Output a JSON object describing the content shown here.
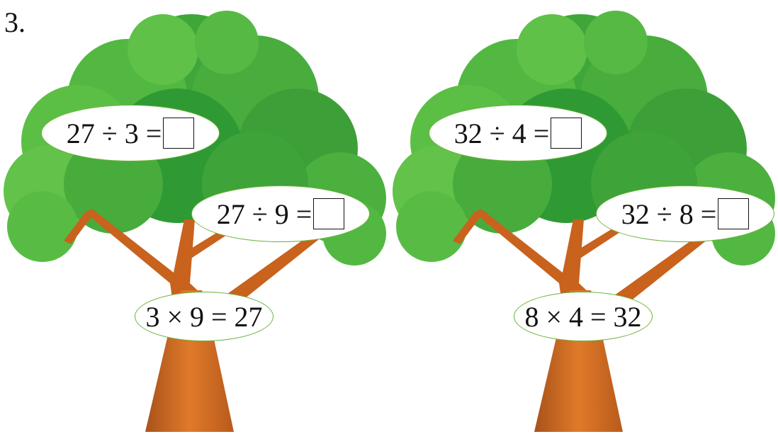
{
  "question_number": "3.",
  "trees": [
    {
      "top_equation": "27 ÷ 3 =",
      "middle_equation": "27 ÷ 9 =",
      "bottom_equation": "3 × 9 = 27"
    },
    {
      "top_equation": "32 ÷ 4 =",
      "middle_equation": "32 ÷ 8 =",
      "bottom_equation": "8 × 4 = 32"
    }
  ],
  "colors": {
    "leaf_dark": "#2f9a34",
    "leaf_mid": "#4cb33c",
    "leaf_light": "#7fcf4e",
    "trunk": "#d2691e",
    "trunk_dark": "#a8521a",
    "oval_border": "#6bb33b"
  }
}
